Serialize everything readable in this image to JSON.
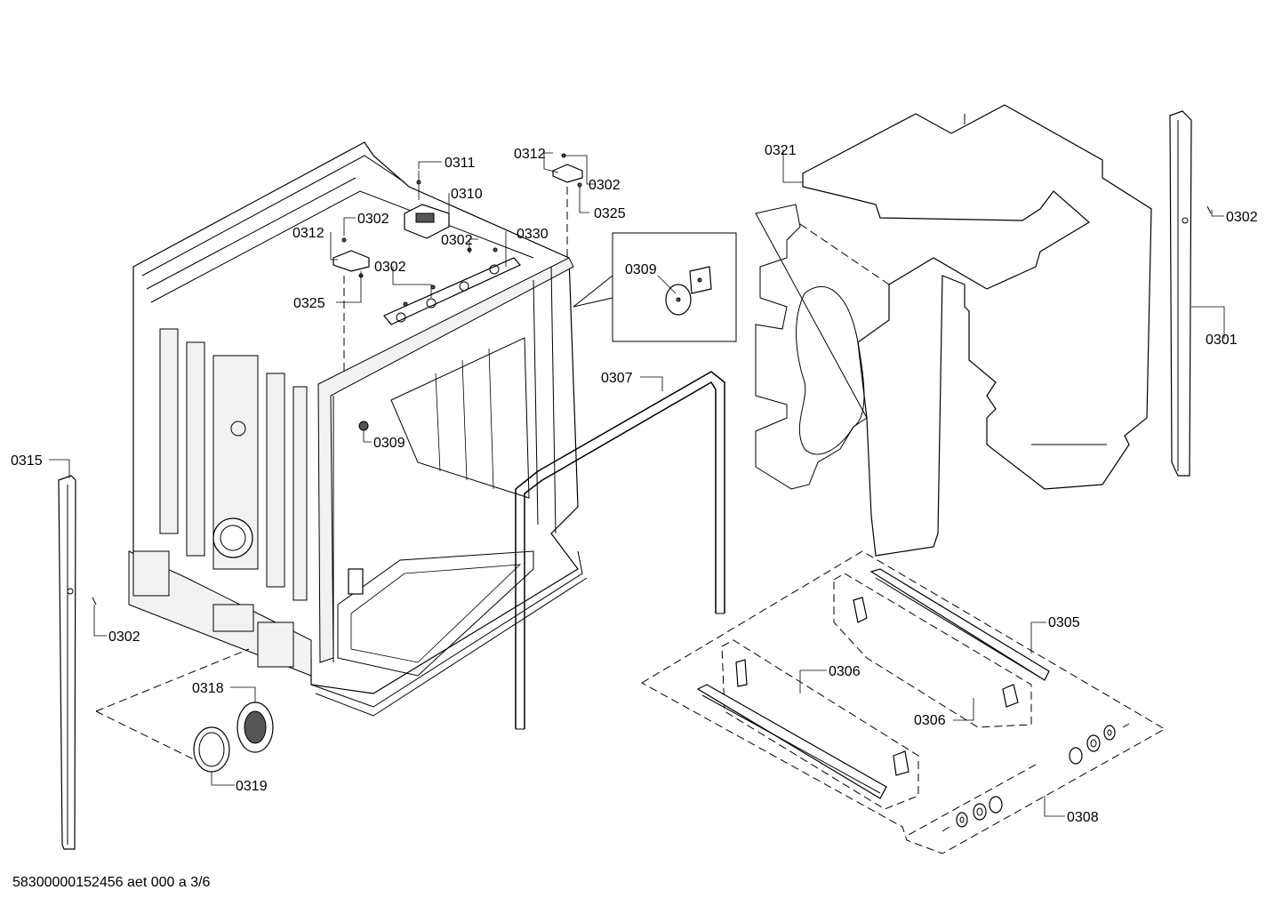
{
  "document_id": "58300000152456 aet 000 a 3/6",
  "labels": {
    "c0311": "0311",
    "c0310": "0310",
    "c0312a": "0312",
    "c0302a": "0302",
    "c0325a": "0325",
    "c0312b": "0312",
    "c0302b": "0302",
    "c0302c": "0302",
    "c0330": "0330",
    "c0302d": "0302",
    "c0325b": "0325",
    "c0309a": "0309",
    "c0309b": "0309",
    "c0307": "0307",
    "c0321": "0321",
    "c0302e": "0302",
    "c0301": "0301",
    "c0315": "0315",
    "c0302f": "0302",
    "c0318": "0318",
    "c0319": "0319",
    "c0305": "0305",
    "c0306a": "0306",
    "c0306b": "0306",
    "c0308": "0308"
  }
}
